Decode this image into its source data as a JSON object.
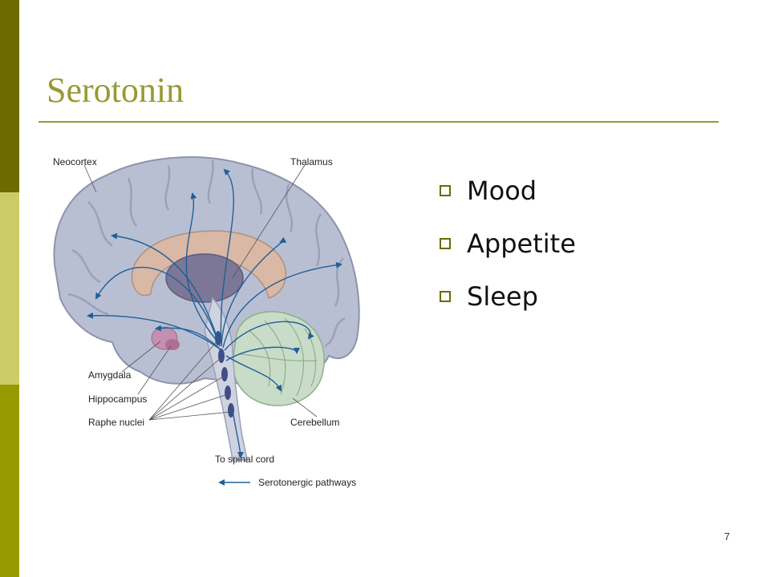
{
  "slide": {
    "title": "Serotonin",
    "page_number": "7",
    "bullets": [
      {
        "text": "Mood"
      },
      {
        "text": "Appetite"
      },
      {
        "text": "Sleep"
      }
    ]
  },
  "figure": {
    "labels": {
      "neocortex": "Neocortex",
      "thalamus": "Thalamus",
      "amygdala": "Amygdala",
      "hippocampus": "Hippocampus",
      "raphe_nuclei": "Raphe nuclei",
      "cerebellum": "Cerebellum",
      "spinal_cord": "To spinal cord",
      "legend": "Serotonergic pathways"
    }
  },
  "colors": {
    "sidebar_dark": "#6b6b00",
    "sidebar_light": "#cccc66",
    "sidebar_mid": "#999900",
    "title": "#999933",
    "pathway": "#1f5f99",
    "brain": "#b9bfd3",
    "cerebellum": "#c9dcc8"
  }
}
